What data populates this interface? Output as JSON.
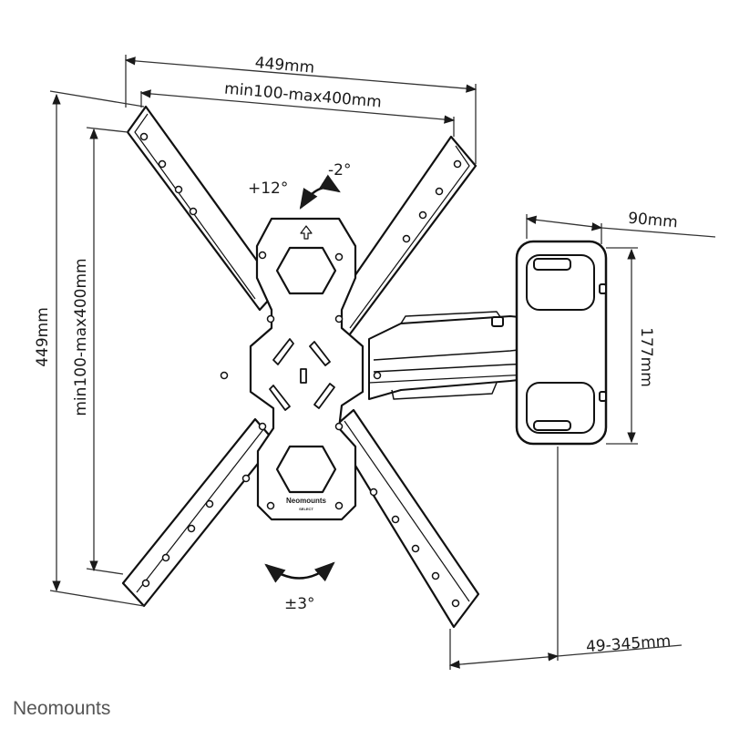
{
  "diagram": {
    "dimensions": {
      "overall_width": "449mm",
      "vesa_width": "min100-max400mm",
      "overall_height": "449mm",
      "vesa_height": "min100-max400mm",
      "arm_depth": "90mm",
      "arm_height": "177mm",
      "wall_distance": "49-345mm"
    },
    "angles": {
      "tilt_up": "+12°",
      "tilt_down": "-2°",
      "rotation": "±3°"
    },
    "plate_logo": {
      "brand": "Neomounts",
      "line": "SELECT"
    }
  },
  "footer": {
    "brand": "Neomounts"
  }
}
